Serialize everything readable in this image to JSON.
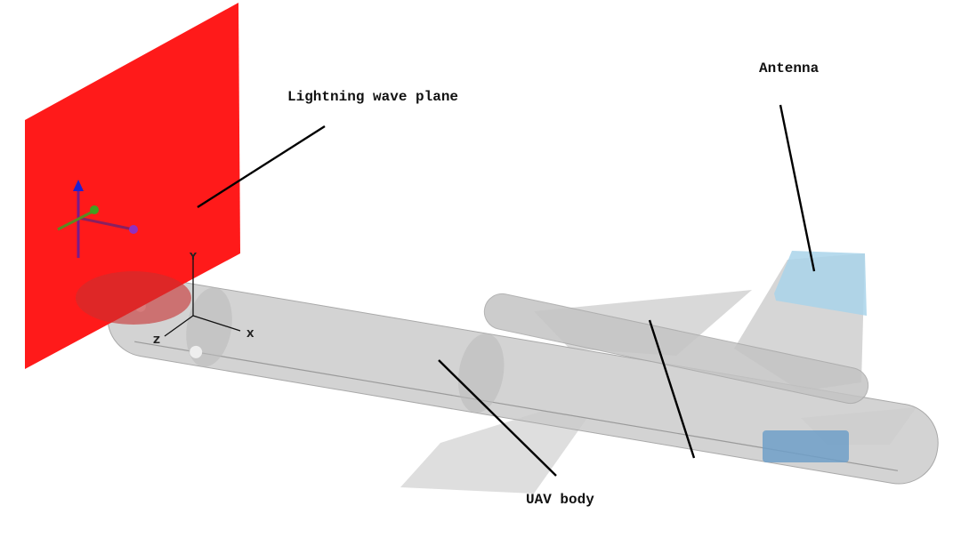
{
  "labels": {
    "lightning_wave_plane": "Lightning wave plane",
    "antenna": "Antenna",
    "uav_body": "UAV body"
  },
  "axes": {
    "x": "X",
    "y": "Y",
    "z": "Z"
  },
  "colors": {
    "wave_plane": "#ff1a1a",
    "body": "#c8c8c8",
    "antenna": "#a9d3ea",
    "equipment_box": "#6f9fc8"
  }
}
